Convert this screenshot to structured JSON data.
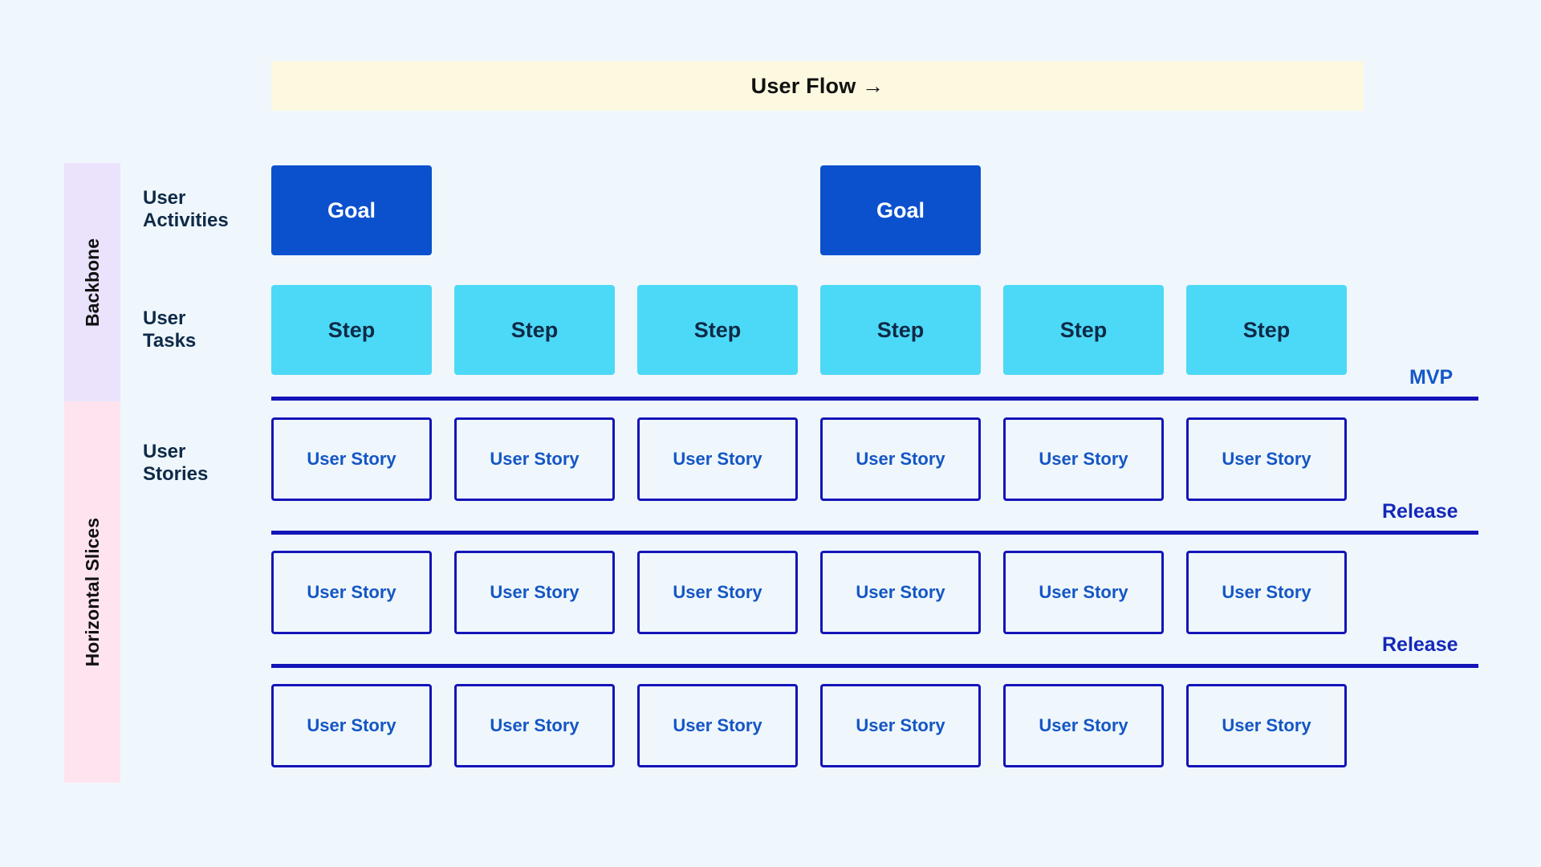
{
  "banner": {
    "label": "User Flow →"
  },
  "bands": [
    {
      "name": "backbone",
      "label": "Backbone",
      "color": "#eae3fb"
    },
    {
      "name": "horizontal-slices",
      "label": "Horizontal Slices",
      "color": "#ffe4ef"
    }
  ],
  "row_labels": {
    "activities": "User\nActivities",
    "activities_line1": "User",
    "activities_line2": "Activities",
    "tasks_line1": "User",
    "tasks_line2": "Tasks",
    "stories_line1": "User",
    "stories_line2": "Stories"
  },
  "rows": {
    "goals": {
      "cells": [
        {
          "type": "goal",
          "label": "Goal"
        },
        {
          "type": "spacer",
          "label": ""
        },
        {
          "type": "spacer",
          "label": ""
        },
        {
          "type": "goal",
          "label": "Goal"
        },
        {
          "type": "spacer",
          "label": ""
        },
        {
          "type": "spacer",
          "label": ""
        }
      ]
    },
    "steps": {
      "cells": [
        {
          "type": "step",
          "label": "Step"
        },
        {
          "type": "step",
          "label": "Step"
        },
        {
          "type": "step",
          "label": "Step"
        },
        {
          "type": "step",
          "label": "Step"
        },
        {
          "type": "step",
          "label": "Step"
        },
        {
          "type": "step",
          "label": "Step"
        }
      ]
    },
    "stories_1": {
      "cells": [
        {
          "type": "story",
          "label": "User Story"
        },
        {
          "type": "story",
          "label": "User Story"
        },
        {
          "type": "story",
          "label": "User Story"
        },
        {
          "type": "story",
          "label": "User Story"
        },
        {
          "type": "story",
          "label": "User Story"
        },
        {
          "type": "story",
          "label": "User Story"
        }
      ]
    },
    "stories_2": {
      "cells": [
        {
          "type": "story",
          "label": "User Story"
        },
        {
          "type": "story",
          "label": "User Story"
        },
        {
          "type": "story",
          "label": "User Story"
        },
        {
          "type": "story",
          "label": "User Story"
        },
        {
          "type": "story",
          "label": "User Story"
        },
        {
          "type": "story",
          "label": "User Story"
        }
      ]
    },
    "stories_3": {
      "cells": [
        {
          "type": "story",
          "label": "User Story"
        },
        {
          "type": "story",
          "label": "User Story"
        },
        {
          "type": "story",
          "label": "User Story"
        },
        {
          "type": "story",
          "label": "User Story"
        },
        {
          "type": "story",
          "label": "User Story"
        },
        {
          "type": "story",
          "label": "User Story"
        }
      ]
    }
  },
  "dividers": [
    {
      "name": "mvp",
      "label": "MVP",
      "color": "#1458c9"
    },
    {
      "name": "release-1",
      "label": "Release",
      "color": "#1428b8"
    },
    {
      "name": "release-2",
      "label": "Release",
      "color": "#1428b8"
    }
  ],
  "colors": {
    "background": "#eff7fd",
    "banner_background": "#fdf8e0",
    "goal_fill": "#0b51ce",
    "step_fill": "#4cd9f7",
    "story_border": "#1414b8",
    "story_text": "#1556c4",
    "divider": "#1414b8",
    "label_text": "#0e2a47"
  }
}
